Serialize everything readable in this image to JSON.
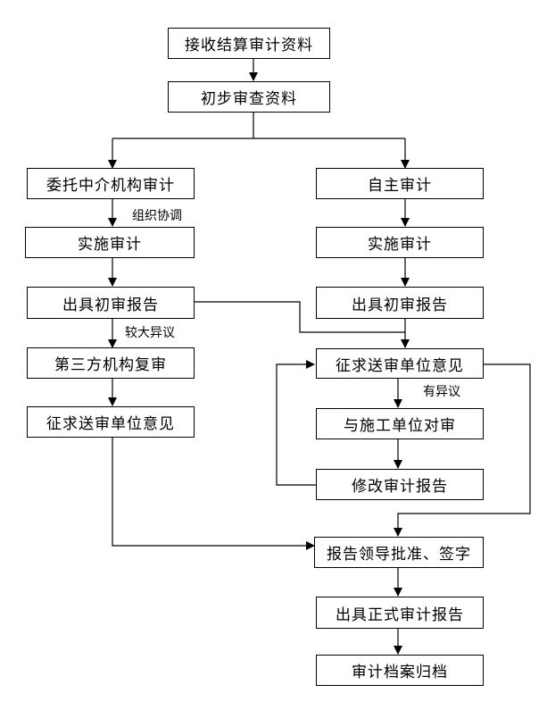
{
  "nodes": {
    "receive": "接收结算审计资料",
    "prelim": "初步审查资料",
    "commission": "委托中介机构审计",
    "self_audit": "自主审计",
    "implement_left": "实施审计",
    "implement_right": "实施审计",
    "prelim_report_left": "出具初审报告",
    "prelim_report_right": "出具初审报告",
    "third_party": "第三方机构复审",
    "solicit_left": "征求送审单位意见",
    "solicit_right": "征求送审单位意见",
    "contractor_check": "与施工单位对审",
    "revise": "修改审计报告",
    "approve": "报告领导批准、签字",
    "formal_report": "出具正式审计报告",
    "archive": "审计档案归档"
  },
  "labels": {
    "coordinate": "组织协调",
    "major_dispute": "较大异议",
    "dispute": "有异议"
  }
}
